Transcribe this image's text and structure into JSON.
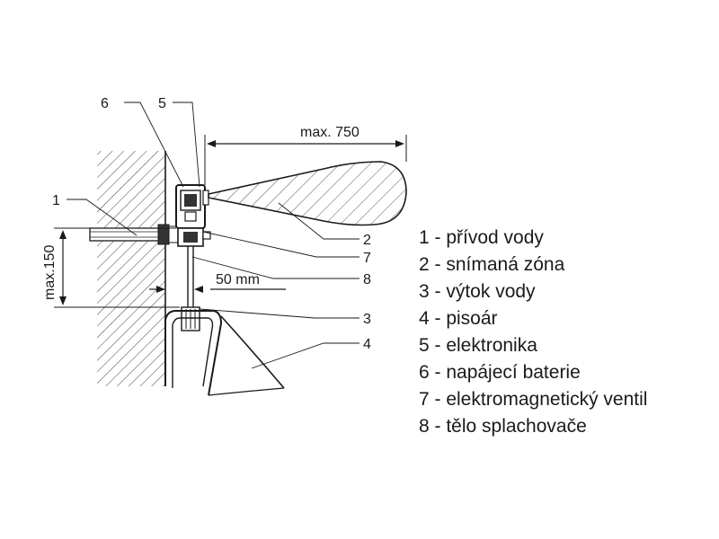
{
  "callouts": {
    "c1": "1",
    "c2": "2",
    "c3": "3",
    "c4": "4",
    "c5": "5",
    "c6": "6",
    "c7": "7",
    "c8": "8"
  },
  "dimensions": {
    "max_range": "max. 750",
    "max_height": "max.150",
    "gap": "50 mm"
  },
  "legend": [
    "1 - přívod vody",
    "2 - snímaná zóna",
    "3 - výtok vody",
    "4 - pisoár",
    "5 - elektronika",
    "6 - napájecí baterie",
    "7 - elektromagnetický ventil",
    "8 - tělo splachovače"
  ],
  "colors": {
    "line": "#1a1a1a",
    "background": "#ffffff"
  }
}
